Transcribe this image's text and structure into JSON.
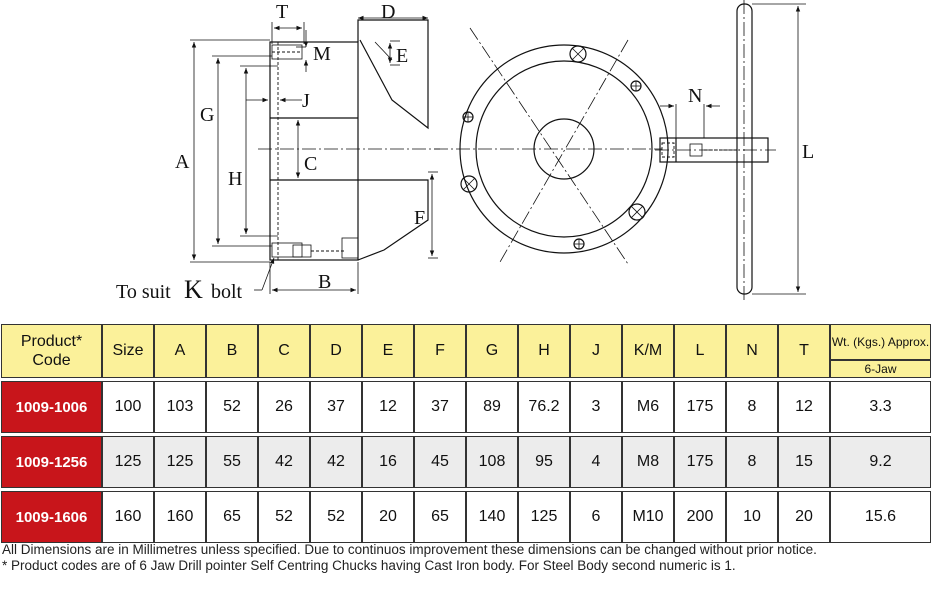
{
  "drawing": {
    "labels": {
      "T": "T",
      "D": "D",
      "M": "M",
      "E": "E",
      "J": "J",
      "G": "G",
      "A": "A",
      "C": "C",
      "H": "H",
      "F": "F",
      "B": "B",
      "N": "N",
      "L": "L",
      "bolt_prefix": "To suit",
      "bolt_letter": "K",
      "bolt_suffix": "bolt"
    }
  },
  "table": {
    "headers": {
      "code": "Product* Code",
      "size": "Size",
      "a": "A",
      "b": "B",
      "c": "C",
      "d": "D",
      "e": "E",
      "f": "F",
      "g": "G",
      "h": "H",
      "j": "J",
      "km": "K/M",
      "l": "L",
      "n": "N",
      "t": "T",
      "wt": "Wt. (Kgs.) Approx.",
      "wt_sub": "6-Jaw"
    },
    "rows": [
      {
        "code": "1009-1006",
        "size": "100",
        "a": "103",
        "b": "52",
        "c": "26",
        "d": "37",
        "e": "12",
        "f": "37",
        "g": "89",
        "h": "76.2",
        "j": "3",
        "km": "M6",
        "l": "175",
        "n": "8",
        "t": "12",
        "wt": "3.3"
      },
      {
        "code": "1009-1256",
        "size": "125",
        "a": "125",
        "b": "55",
        "c": "42",
        "d": "42",
        "e": "16",
        "f": "45",
        "g": "108",
        "h": "95",
        "j": "4",
        "km": "M8",
        "l": "175",
        "n": "8",
        "t": "15",
        "wt": "9.2"
      },
      {
        "code": "1009-1606",
        "size": "160",
        "a": "160",
        "b": "65",
        "c": "52",
        "d": "52",
        "e": "20",
        "f": "65",
        "g": "140",
        "h": "125",
        "j": "6",
        "km": "M10",
        "l": "200",
        "n": "10",
        "t": "20",
        "wt": "15.6"
      }
    ]
  },
  "notes": {
    "line1": "All Dimensions are in Millimetres unless specified. Due to continuos improvement these dimensions can be changed without prior notice.",
    "line2": "* Product codes are of 6 Jaw Drill pointer Self Centring Chucks having Cast Iron body. For Steel Body second numeric is 1."
  }
}
